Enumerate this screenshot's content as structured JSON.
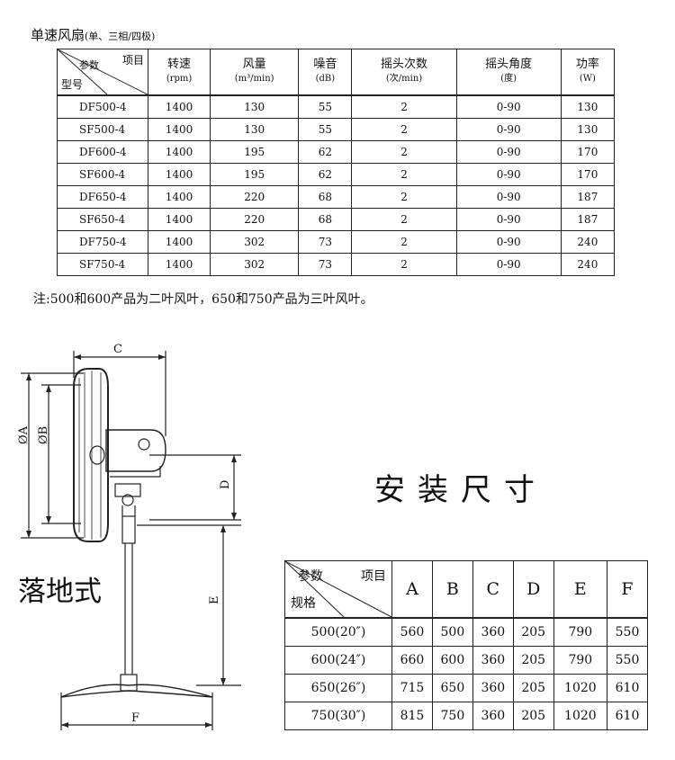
{
  "header": {
    "title": "单速风扇",
    "subtitle": "(单、三相/四极)"
  },
  "spec_table": {
    "corner": {
      "item": "项目",
      "param": "参数",
      "model": "型号"
    },
    "columns": [
      {
        "name": "转速",
        "unit": "(rpm)"
      },
      {
        "name": "风量",
        "unit": "(m³/min)"
      },
      {
        "name": "噪音",
        "unit": "(dB)"
      },
      {
        "name": "摇头次数",
        "unit": "(次/min)"
      },
      {
        "name": "摇头角度",
        "unit": "(度)"
      },
      {
        "name": "功率",
        "unit": "(W)"
      }
    ],
    "rows": [
      [
        "DF500-4",
        "1400",
        "130",
        "55",
        "2",
        "0-90",
        "130"
      ],
      [
        "SF500-4",
        "1400",
        "130",
        "55",
        "2",
        "0-90",
        "130"
      ],
      [
        "DF600-4",
        "1400",
        "195",
        "62",
        "2",
        "0-90",
        "170"
      ],
      [
        "SF600-4",
        "1400",
        "195",
        "62",
        "2",
        "0-90",
        "170"
      ],
      [
        "DF650-4",
        "1400",
        "220",
        "68",
        "2",
        "0-90",
        "187"
      ],
      [
        "SF650-4",
        "1400",
        "220",
        "68",
        "2",
        "0-90",
        "187"
      ],
      [
        "DF750-4",
        "1400",
        "302",
        "73",
        "2",
        "0-90",
        "240"
      ],
      [
        "SF750-4",
        "1400",
        "302",
        "73",
        "2",
        "0-90",
        "240"
      ]
    ]
  },
  "note": "注:500和600产品为二叶风叶，650和750产品为三叶风叶。",
  "install": {
    "title": "安装尺寸",
    "floor_type": "落地式"
  },
  "drawing_labels": {
    "c": "C",
    "phi_a": "ØA",
    "phi_b": "ØB",
    "d": "D",
    "e": "E",
    "f": "F"
  },
  "dim_table": {
    "corner": {
      "param": "参数",
      "item": "项目",
      "spec": "规格"
    },
    "columns": [
      "A",
      "B",
      "C",
      "D",
      "E",
      "F"
    ],
    "rows": [
      [
        "500(20″)",
        "560",
        "500",
        "360",
        "205",
        "790",
        "550"
      ],
      [
        "600(24″)",
        "660",
        "600",
        "360",
        "205",
        "790",
        "550"
      ],
      [
        "650(26″)",
        "715",
        "650",
        "360",
        "205",
        "1020",
        "610"
      ],
      [
        "750(30″)",
        "815",
        "750",
        "360",
        "205",
        "1020",
        "610"
      ]
    ]
  }
}
